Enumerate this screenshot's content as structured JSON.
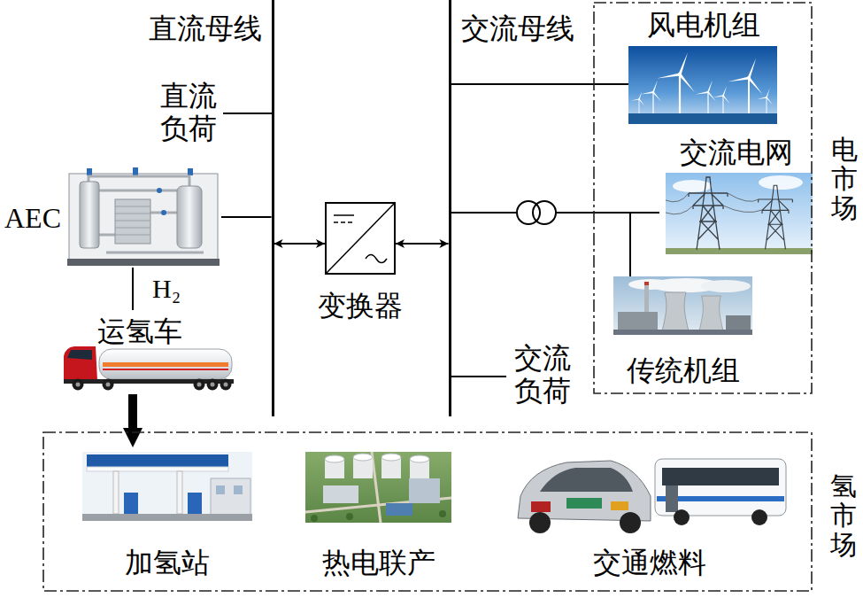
{
  "diagram": {
    "nodes": [
      {
        "text": [
          "直流母线"
        ]
      },
      {
        "text": [
          "交流母线"
        ]
      },
      {
        "text": [
          "电市场"
        ]
      },
      {
        "text": [
          "风电机组"
        ],
        "in": 2
      },
      {
        "text": [
          "交流电网"
        ],
        "in": 2
      },
      {
        "text": [
          "AEC"
        ]
      },
      {
        "text": [
          "变换器"
        ]
      },
      {
        "text": [
          "传统机组"
        ],
        "in": 2
      },
      {
        "text": [
          "运氢车"
        ]
      },
      {
        "text": [
          "氢市场"
        ]
      },
      {
        "text": [
          "加氢站"
        ],
        "in": 9
      },
      {
        "text": [
          "热电联产"
        ],
        "in": 9
      },
      {
        "text": [
          "交通燃料"
        ],
        "in": 9
      }
    ],
    "edges": [
      {
        "from": 5,
        "to": 0,
        "arrow": "none"
      },
      {
        "from": 6,
        "to": 0,
        "arrow": "both"
      },
      {
        "from": 6,
        "to": 1,
        "arrow": "both"
      },
      {
        "from": 1,
        "to": 3,
        "arrow": "none"
      },
      {
        "from": 1,
        "to": 4,
        "arrow": "none"
      },
      {
        "from": 1,
        "to": 7,
        "arrow": "none"
      },
      {
        "from": 5,
        "to": 8,
        "label": "H₂",
        "arrow": "none"
      },
      {
        "from": 8,
        "to": 10,
        "arrow": "to"
      }
    ],
    "labels": [
      "直流 负荷",
      "交流 负荷"
    ]
  }
}
